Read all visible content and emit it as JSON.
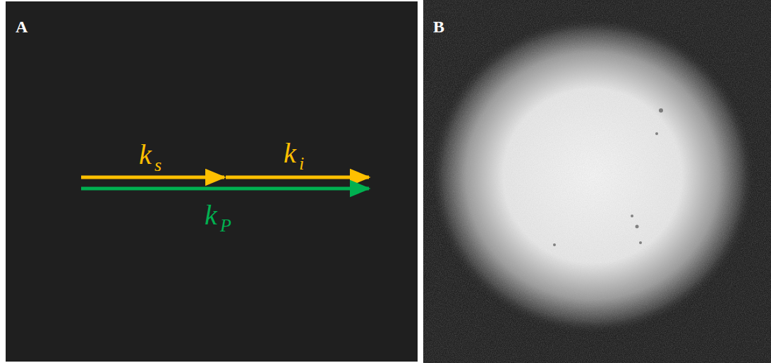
{
  "diagram": {
    "labels": [
      "A",
      "k",
      "s",
      "k",
      "i",
      "k",
      "P",
      "B"
    ]
  }
}
